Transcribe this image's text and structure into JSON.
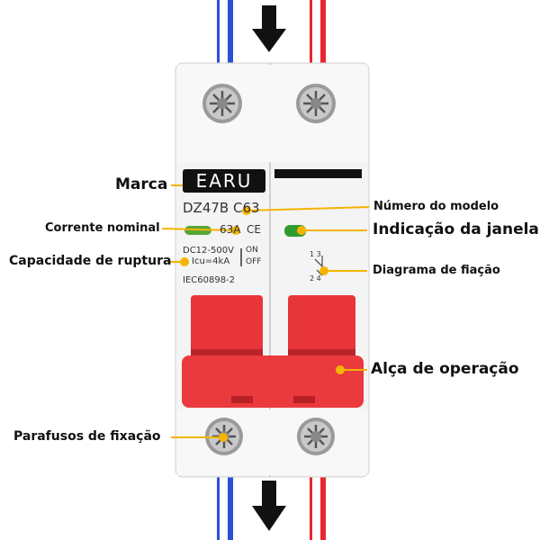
{
  "labels": {
    "brand_mark": "Marca",
    "model_number": "Número do modelo",
    "rated_current": "Corrente nominal",
    "window_indication": "Indicação da janela",
    "breaking_capacity": "Capacidade de ruptura",
    "wiring_diagram": "Diagrama de fiação",
    "operating_handle": "Alça de operação",
    "fixing_screws": "Parafusos de fixação"
  },
  "device": {
    "brand": "EARU",
    "model": "DZ47B",
    "model_suffix": "C63",
    "current_mark": "63A",
    "ce_mark": "CE",
    "voltage": "DC12-500V",
    "breaking_capacity": "Icu=4kA",
    "switch_on": "ON",
    "switch_off": "OFF",
    "standard": "IEC60898-2",
    "terminal_top": "1 3",
    "terminal_bottom": "2 4"
  },
  "colors": {
    "positive_wire": "#e8262f",
    "negative_wire": "#2b4fd8",
    "handle": "#e8353a",
    "callout": "#f5b400",
    "body": "#f4f4f4"
  }
}
